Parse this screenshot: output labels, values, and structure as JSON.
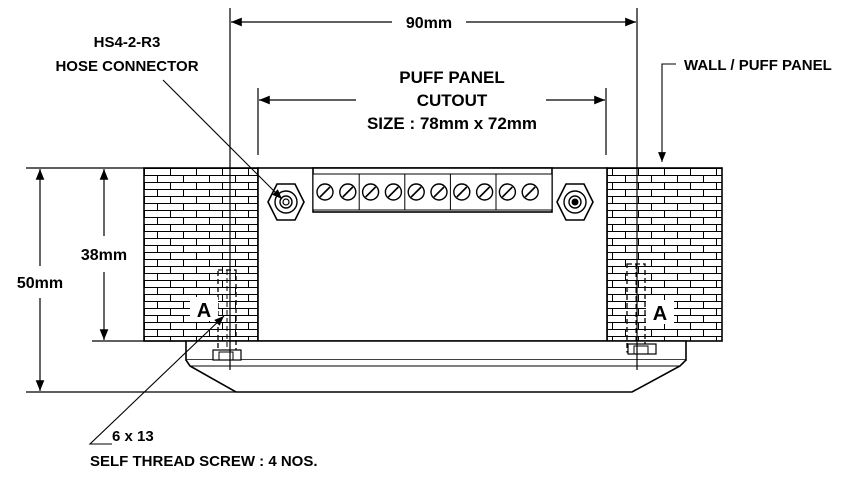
{
  "dimensions": {
    "overall_width": "90mm",
    "cutout_title_line1": "PUFF PANEL",
    "cutout_title_line2": "CUTOUT",
    "cutout_size": "SIZE : 78mm x 72mm",
    "height_inner": "38mm",
    "height_overall": "50mm"
  },
  "callouts": {
    "hose_line1": "HS4-2-R3",
    "hose_line2": "HOSE CONNECTOR",
    "wall": "WALL / PUFF PANEL",
    "screw_line1": "6 x 13",
    "screw_line2": "SELF THREAD SCREW : 4 NOS."
  },
  "section_markers": {
    "left": "A",
    "right": "A"
  },
  "terminal_block": {
    "screw_count": 10
  }
}
